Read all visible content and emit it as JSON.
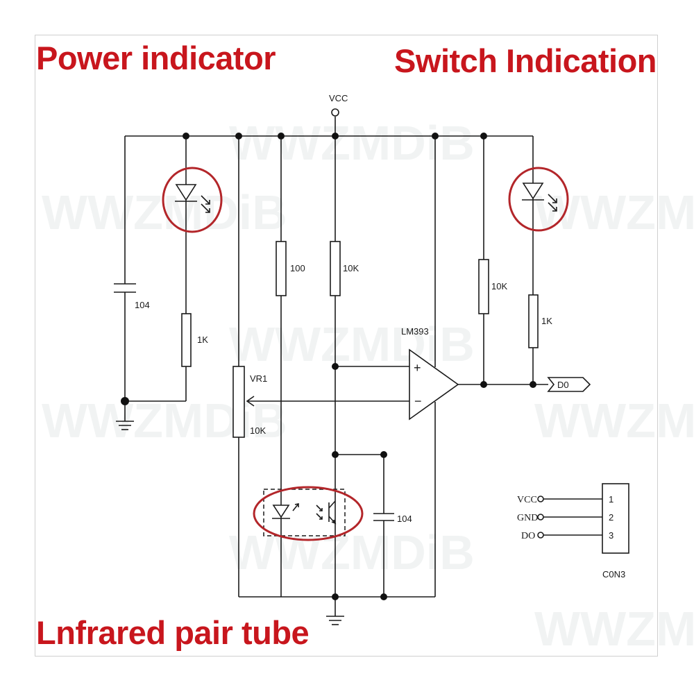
{
  "titles": {
    "power": "Power indicator",
    "switch": "Switch Indication",
    "infrared": "Lnfrared pair tube"
  },
  "labels": {
    "vcc": "VCC",
    "cap_left": "104",
    "res_power_led": "1K",
    "res_100": "100",
    "res_10k_mid": "10K",
    "comparator": "LM393",
    "plus": "+",
    "minus": "−",
    "pot_name": "VR1",
    "pot_value": "10K",
    "res_10k_right": "10K",
    "res_1k_right": "1K",
    "cap_sensor": "104",
    "output_port": "D0"
  },
  "connector": {
    "name": "C0N3",
    "pins": [
      {
        "label": "VCC",
        "number": "1"
      },
      {
        "label": "GND",
        "number": "2"
      },
      {
        "label": "DO",
        "number": "3"
      }
    ]
  },
  "watermark": "WWZMDiB",
  "colors": {
    "highlight": "#b3262a",
    "title": "#c8161d",
    "wire": "#1a1a1a"
  }
}
